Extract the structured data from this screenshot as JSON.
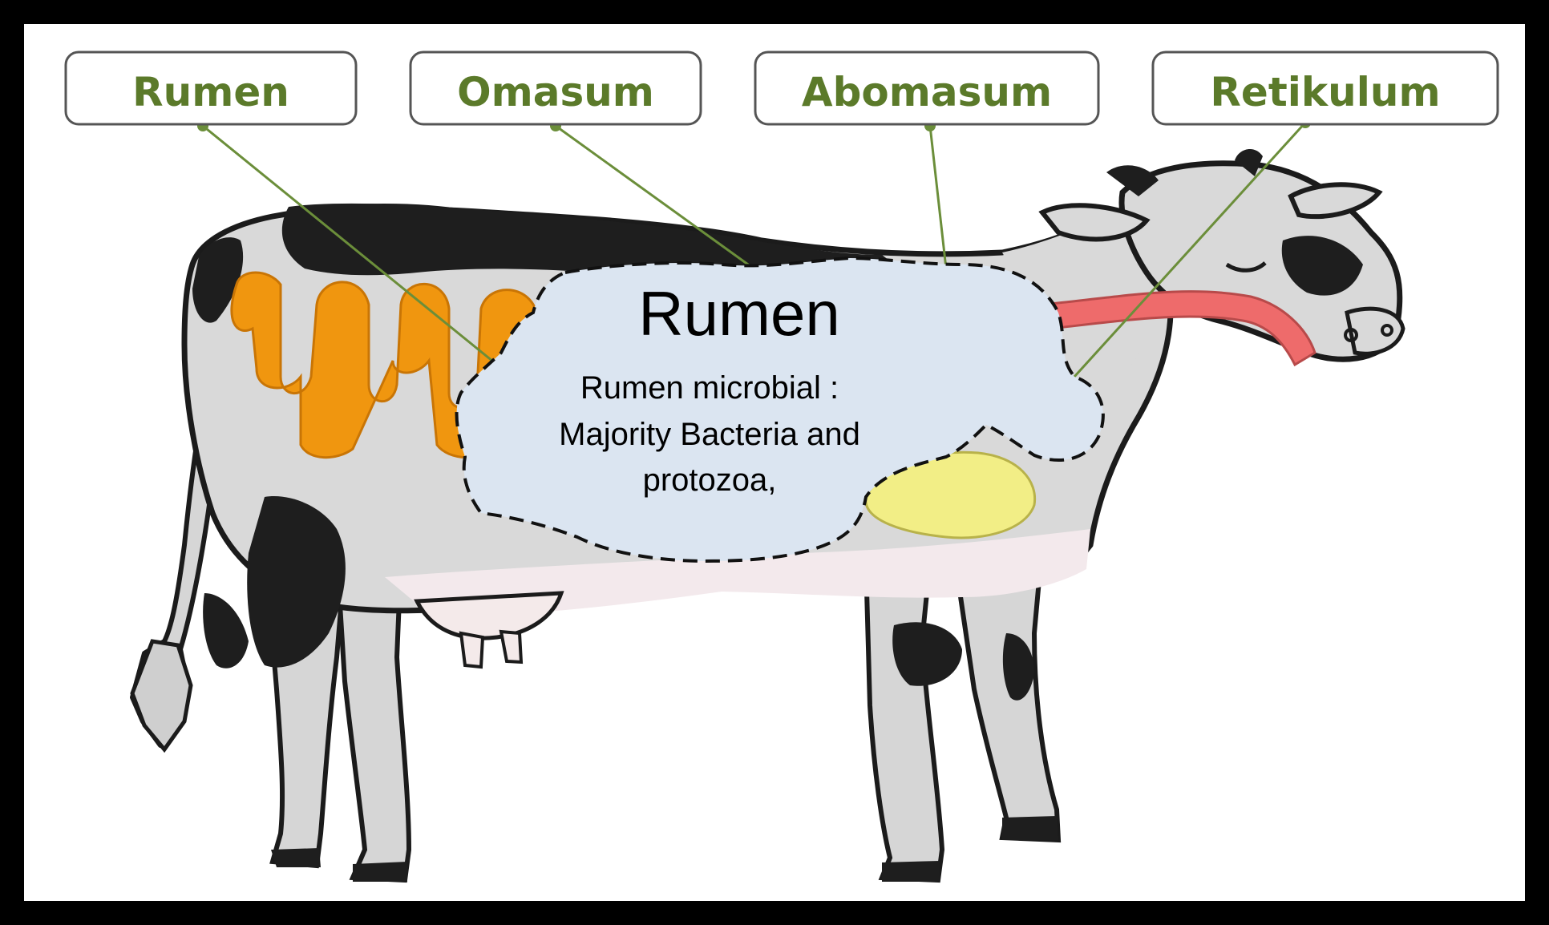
{
  "labels": {
    "rumen": "Rumen",
    "omasum": "Omasum",
    "abomasum": "Abomasum",
    "retikulum": "Retikulum"
  },
  "callout": {
    "title": "Rumen",
    "line1": "Rumen microbial :",
    "line2": "Majority Bacteria and",
    "line3": "protozoa,"
  },
  "colors": {
    "label_text": "#5b7a2a",
    "leader_line": "#6b8e3a",
    "intestine": "#f0960f",
    "stomach": "#f2ee86",
    "esophagus": "#ee6b6b",
    "callout_fill": "#dbe5f1",
    "cow_body": "#d9d9d9",
    "cow_spots": "#1e1e1e",
    "udder": "#f7eef0"
  }
}
